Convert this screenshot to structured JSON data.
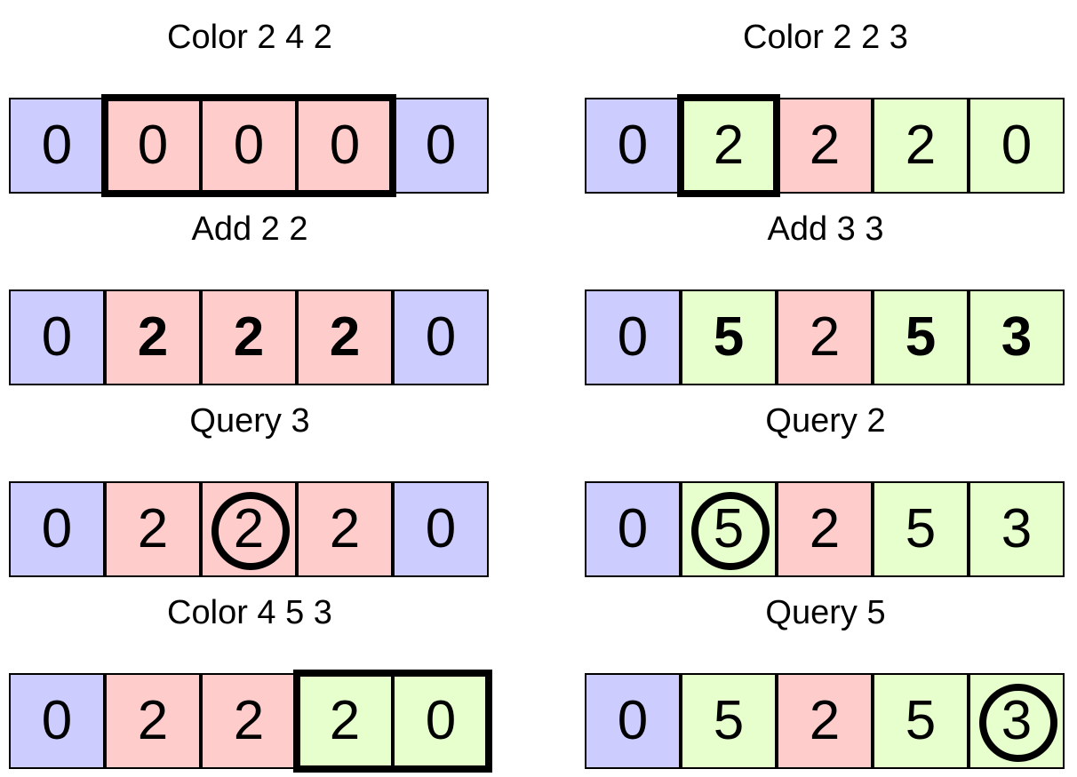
{
  "colors": {
    "0": "#ccccff",
    "2": "#ffcccc",
    "3": "#e6ffcc"
  },
  "panels": [
    {
      "title": "Color 2 4 2",
      "cells": [
        {
          "value": "0",
          "color": 0
        },
        {
          "value": "0",
          "color": 2
        },
        {
          "value": "0",
          "color": 2
        },
        {
          "value": "0",
          "color": 2
        },
        {
          "value": "0",
          "color": 0
        }
      ],
      "highlight": {
        "type": "range",
        "from": 2,
        "to": 4
      }
    },
    {
      "title": "Color 2 2 3",
      "cells": [
        {
          "value": "0",
          "color": 0
        },
        {
          "value": "2",
          "color": 3
        },
        {
          "value": "2",
          "color": 2
        },
        {
          "value": "2",
          "color": 3
        },
        {
          "value": "0",
          "color": 3
        }
      ],
      "highlight": {
        "type": "range",
        "from": 2,
        "to": 2
      }
    },
    {
      "title": "Add 2 2",
      "cells": [
        {
          "value": "0",
          "color": 0
        },
        {
          "value": "2",
          "color": 2,
          "bold": true
        },
        {
          "value": "2",
          "color": 2,
          "bold": true
        },
        {
          "value": "2",
          "color": 2,
          "bold": true
        },
        {
          "value": "0",
          "color": 0
        }
      ],
      "highlight": null
    },
    {
      "title": "Add 3 3",
      "cells": [
        {
          "value": "0",
          "color": 0
        },
        {
          "value": "5",
          "color": 3,
          "bold": true
        },
        {
          "value": "2",
          "color": 2
        },
        {
          "value": "5",
          "color": 3,
          "bold": true
        },
        {
          "value": "3",
          "color": 3,
          "bold": true
        }
      ],
      "highlight": null
    },
    {
      "title": "Query 3",
      "cells": [
        {
          "value": "0",
          "color": 0
        },
        {
          "value": "2",
          "color": 2
        },
        {
          "value": "2",
          "color": 2
        },
        {
          "value": "2",
          "color": 2
        },
        {
          "value": "0",
          "color": 0
        }
      ],
      "highlight": {
        "type": "query",
        "index": 3
      }
    },
    {
      "title": "Query 2",
      "cells": [
        {
          "value": "0",
          "color": 0
        },
        {
          "value": "5",
          "color": 3
        },
        {
          "value": "2",
          "color": 2
        },
        {
          "value": "5",
          "color": 3
        },
        {
          "value": "3",
          "color": 3
        }
      ],
      "highlight": {
        "type": "query",
        "index": 2
      }
    },
    {
      "title": "Color 4 5 3",
      "cells": [
        {
          "value": "0",
          "color": 0
        },
        {
          "value": "2",
          "color": 2
        },
        {
          "value": "2",
          "color": 2
        },
        {
          "value": "2",
          "color": 3
        },
        {
          "value": "0",
          "color": 3
        }
      ],
      "highlight": {
        "type": "range",
        "from": 4,
        "to": 5
      }
    },
    {
      "title": "Query 5",
      "cells": [
        {
          "value": "0",
          "color": 0
        },
        {
          "value": "5",
          "color": 3
        },
        {
          "value": "2",
          "color": 2
        },
        {
          "value": "5",
          "color": 3
        },
        {
          "value": "3",
          "color": 3
        }
      ],
      "highlight": {
        "type": "query",
        "index": 5
      }
    }
  ]
}
